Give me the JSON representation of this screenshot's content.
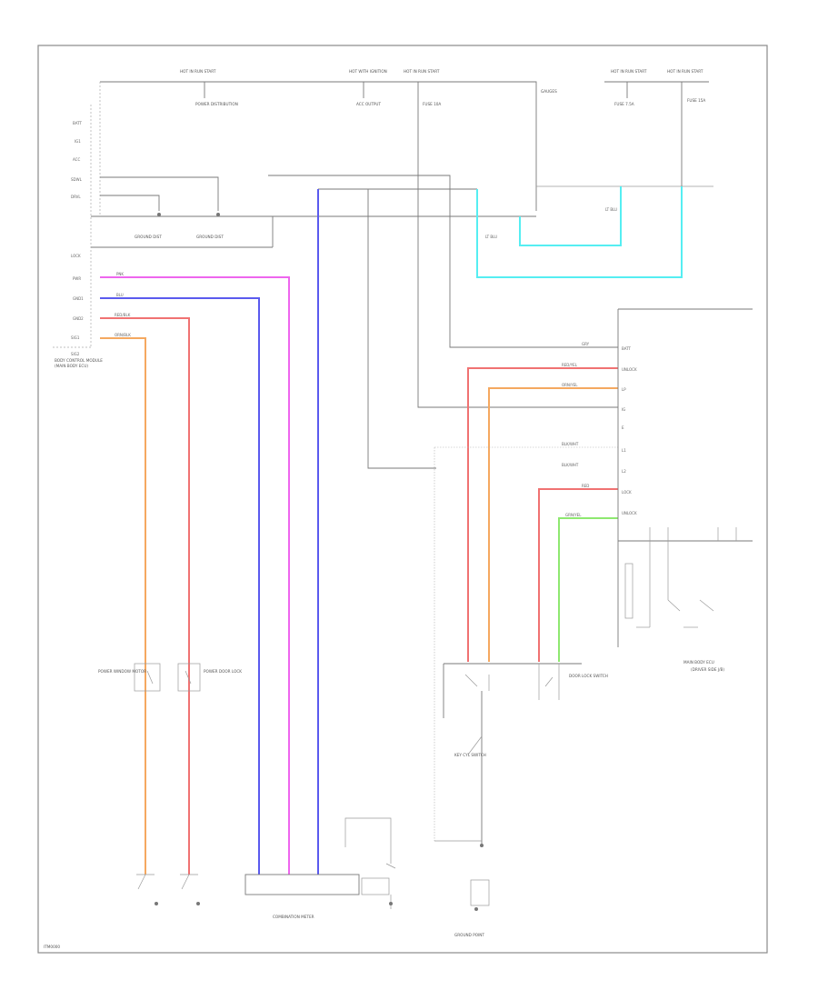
{
  "diagram": {
    "footer_code": "ITM0000",
    "labels": {
      "hot1": "HOT IN RUN START",
      "hot2": "HOT WITH IGNITION",
      "hot3": "HOT IN RUN START",
      "hot4": "HOT IN RUN START",
      "hot5": "HOT IN RUN START",
      "ref1": "POWER DISTRIBUTION",
      "ref2": "ACC OUTPUT",
      "ref3": "FUSE 10A",
      "ref4": "FUSE 7.5A",
      "ref5": "FUSE 15A",
      "gauges": "GAUGES",
      "left_module_a": "BODY CONTROL MODULE",
      "left_module_b": "(MAIN BODY ECU)",
      "ground_a": "GROUND DIST",
      "ground_b": "GROUND DIST",
      "combination_meter": "COMBINATION METER",
      "motor_a": "POWER WINDOW MOTOR",
      "motor_b": "POWER DOOR LOCK",
      "switch_a": "DOOR LOCK SWITCH",
      "switch_b": "KEY CYL SWITCH",
      "ecu_label": "MAIN BODY ECU",
      "ecu_sub": "(DRIVER SIDE J/B)",
      "bottom_ground": "GROUND POINT"
    },
    "wire_colors": {
      "pink": "#ee66ee",
      "blue": "#5a5aee",
      "orange": "#f5a860",
      "red": "#f07272",
      "cyan": "#55eef2",
      "green": "#8ee870",
      "gray": "#8a8a8a"
    },
    "wire_labels": {
      "pink": "PNK",
      "blue": "BLU",
      "red1": "RED/BLK",
      "orange1": "ORN/BLK",
      "red2": "RED/YEL",
      "orange2": "ORN/YEL",
      "gray1": "GRY",
      "gray2": "BLK/WHT",
      "gray3": "BLK/WHT",
      "red3": "RED",
      "green": "GRN/YEL",
      "cyan1": "LT BLU",
      "cyan2": "LT BLU"
    },
    "pins": {
      "left": [
        "BATT",
        "IG1",
        "ACC",
        "SDWL",
        "DRVL",
        "LOCK",
        "PWR",
        "GND1",
        "GND2",
        "SIG1",
        "SIG2"
      ],
      "right": [
        "BATT",
        "UNLOCK",
        "LP",
        "IG",
        "E",
        "L1",
        "L2",
        "LOCK",
        "UNLOCK"
      ]
    }
  }
}
